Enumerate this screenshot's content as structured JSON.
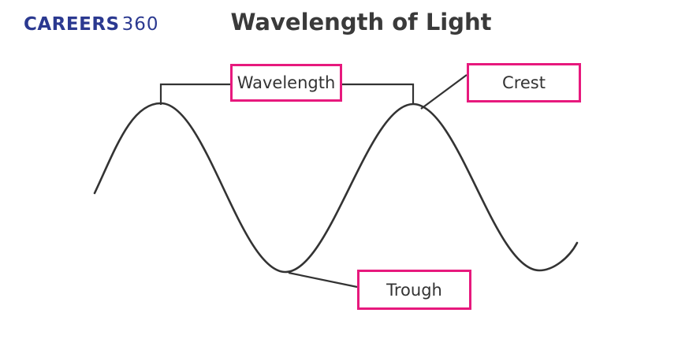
{
  "colors": {
    "background": "#ffffff",
    "navy": "#2b3990",
    "pink": "#e7197d",
    "ink": "#333333",
    "title": "#3a3a3a"
  },
  "logo": {
    "careers": "CAREERS",
    "three_sixty": "360"
  },
  "title": "Wavelength of Light",
  "diagram": {
    "wavelength_label": "Wavelength",
    "crest_label": "Crest",
    "trough_label": "Trough"
  }
}
